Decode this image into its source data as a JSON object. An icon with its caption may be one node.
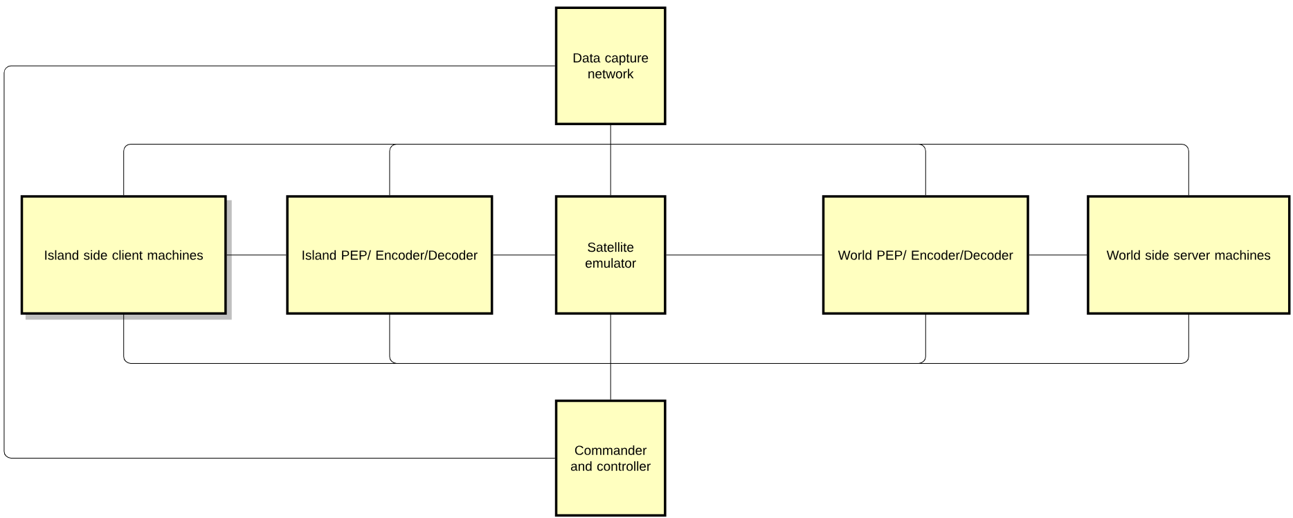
{
  "diagram": {
    "nodes": [
      {
        "text": [
          "Data capture network"
        ]
      },
      {
        "text": [
          "Island side client machines"
        ]
      },
      {
        "text": [
          "Island PEP/ Encoder/Decoder"
        ]
      },
      {
        "text": [
          "Satellite emulator"
        ]
      },
      {
        "text": [
          "World PEP/ Encoder/Decoder"
        ]
      },
      {
        "text": [
          "World side server machines"
        ]
      },
      {
        "text": [
          "Commander and controller"
        ]
      }
    ],
    "edges": [
      {
        "from": 1,
        "to": 2,
        "arrow": "none"
      },
      {
        "from": 2,
        "to": 3,
        "arrow": "none"
      },
      {
        "from": 3,
        "to": 4,
        "arrow": "none"
      },
      {
        "from": 4,
        "to": 5,
        "arrow": "none"
      },
      {
        "from": 0,
        "to": 3,
        "arrow": "none"
      },
      {
        "from": 1,
        "to": 5,
        "arrow": "none"
      },
      {
        "from": 2,
        "to": 4,
        "arrow": "none"
      },
      {
        "from": 1,
        "to": 5,
        "arrow": "none"
      },
      {
        "from": 2,
        "to": 4,
        "arrow": "none"
      },
      {
        "from": 3,
        "to": 6,
        "arrow": "none"
      },
      {
        "from": 0,
        "to": 6,
        "arrow": "none"
      }
    ]
  }
}
